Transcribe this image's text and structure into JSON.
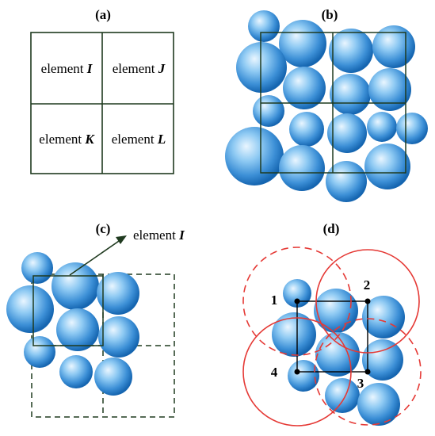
{
  "panels": {
    "a": {
      "title": "(a)",
      "elements": [
        {
          "prefix": "element",
          "letter": "I"
        },
        {
          "prefix": "element",
          "letter": "J"
        },
        {
          "prefix": "element",
          "letter": "K"
        },
        {
          "prefix": "element",
          "letter": "L"
        }
      ]
    },
    "b": {
      "title": "(b)"
    },
    "c": {
      "title": "(c)",
      "callout": {
        "prefix": "element",
        "letter": "I"
      }
    },
    "d": {
      "title": "(d)",
      "node_labels": [
        "1",
        "2",
        "3",
        "4"
      ]
    }
  },
  "colors": {
    "grid_line": "#1f3a1f",
    "particle_light": "#eaf6ff",
    "particle_mid": "#5fb3ea",
    "particle_dark": "#1565b0",
    "circle_red": "#e53935",
    "node": "#000000"
  }
}
